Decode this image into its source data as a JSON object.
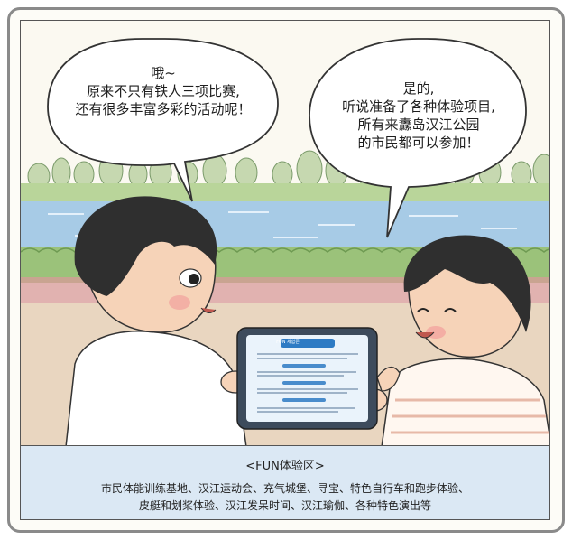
{
  "bubble_left": {
    "lines": [
      "哦~",
      "原来不只有铁人三项比赛,",
      "还有很多丰富多彩的活动呢！"
    ]
  },
  "bubble_right": {
    "lines": [
      "是的,",
      "听说准备了各种体验项目,",
      "所有来纛岛汉江公园",
      "的市民都可以参加！"
    ]
  },
  "tablet": {
    "header": "FUN 체험존"
  },
  "caption": {
    "title": "<FUN体验区>",
    "line1": "市民体能训练基地、汉江运动会、充气城堡、寻宝、特色自行车和跑步体验、",
    "line2": "皮艇和划桨体验、汉江发呆时间、汉江瑜伽、各种特色演出等"
  },
  "colors": {
    "river": "#a7cbe6",
    "grass": "#9bc27a",
    "path": "#e9d6c0",
    "caption_bg": "#dbe8f4",
    "tablet_screen": "#eaf3fb"
  }
}
